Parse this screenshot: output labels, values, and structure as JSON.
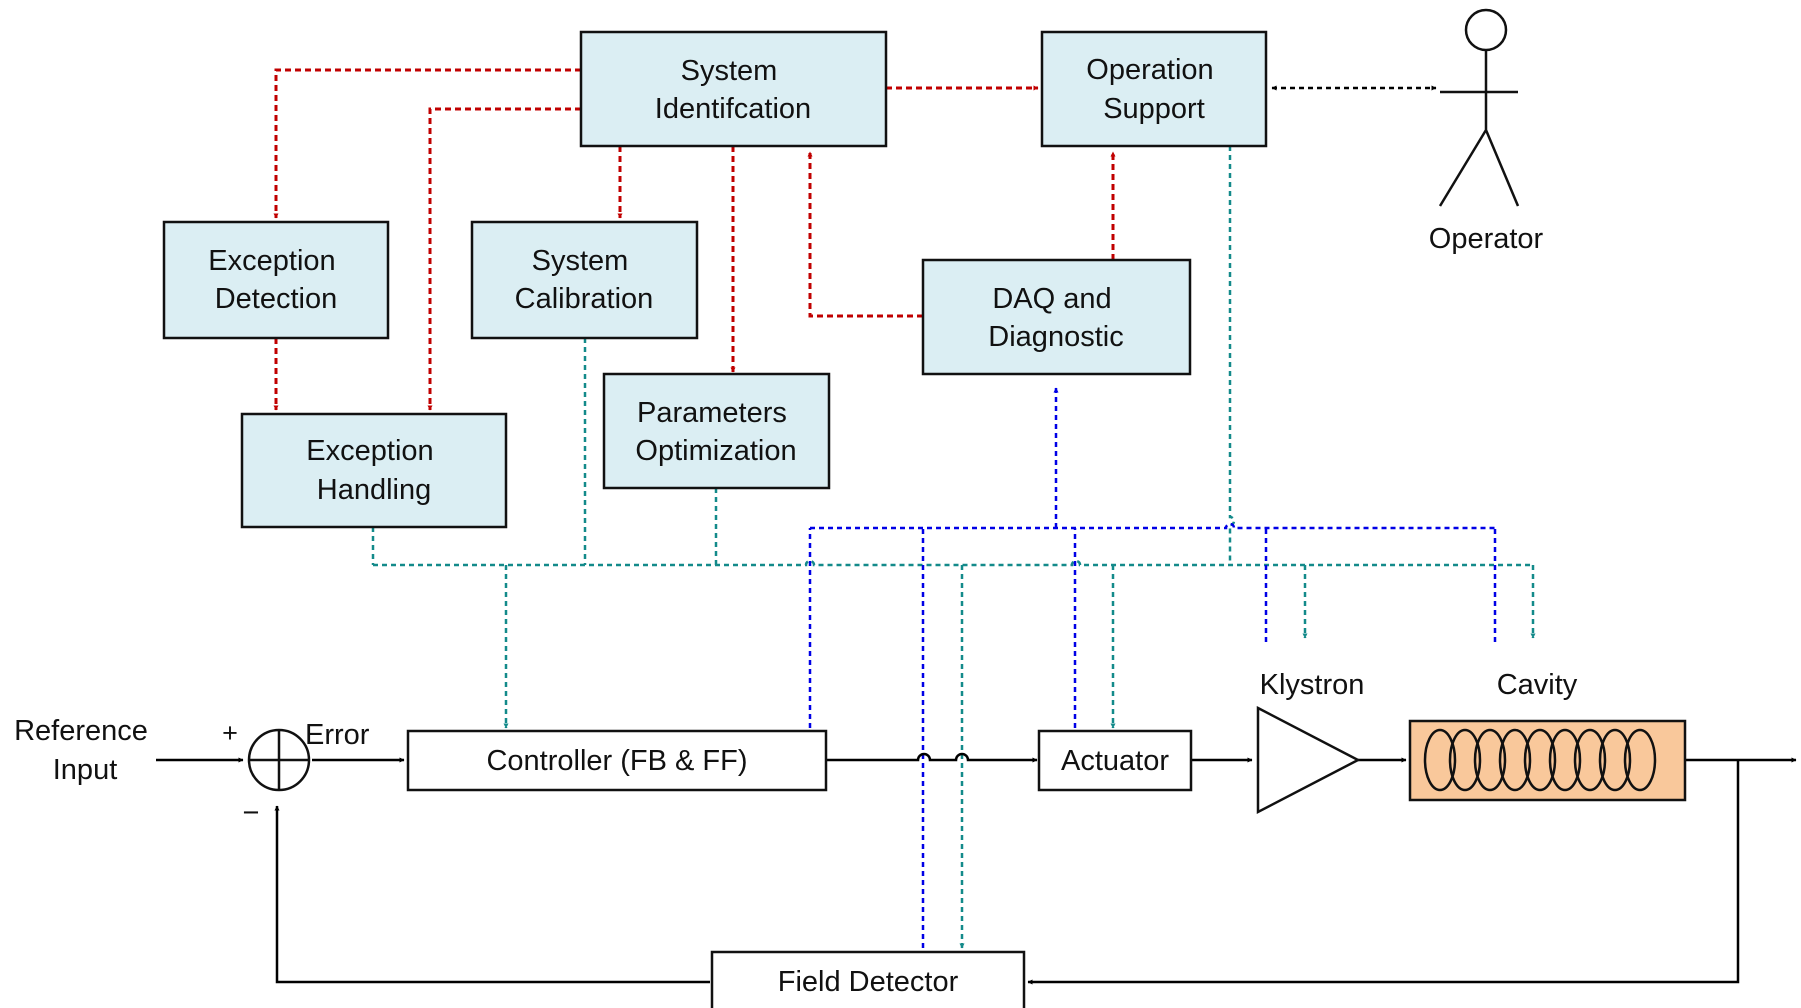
{
  "diagram": {
    "blocks": {
      "sys_id": [
        "System",
        "Identifcation"
      ],
      "op_support": [
        "Operation",
        "Support"
      ],
      "exc_detect": [
        "Exception",
        "Detection"
      ],
      "sys_cal": [
        "System",
        "Calibration"
      ],
      "daq": [
        "DAQ and",
        "Diagnostic"
      ],
      "param_opt": [
        "Parameters",
        "Optimization"
      ],
      "exc_handle": [
        "Exception",
        "Handling"
      ],
      "controller": "Controller (FB & FF)",
      "actuator": "Actuator",
      "field_detector": "Field Detector"
    },
    "labels": {
      "operator": "Operator",
      "klystron": "Klystron",
      "cavity": "Cavity",
      "reference_input": [
        "Reference",
        "Input"
      ],
      "error": "Error",
      "plus": "+",
      "minus": "−"
    },
    "colors": {
      "block_fill": "#dbeef3",
      "cavity_fill": "#f9c89b",
      "red_link": "#c00000",
      "blue_link": "#0000e6",
      "teal_link": "#138a8a",
      "black_link": "#000000"
    }
  }
}
